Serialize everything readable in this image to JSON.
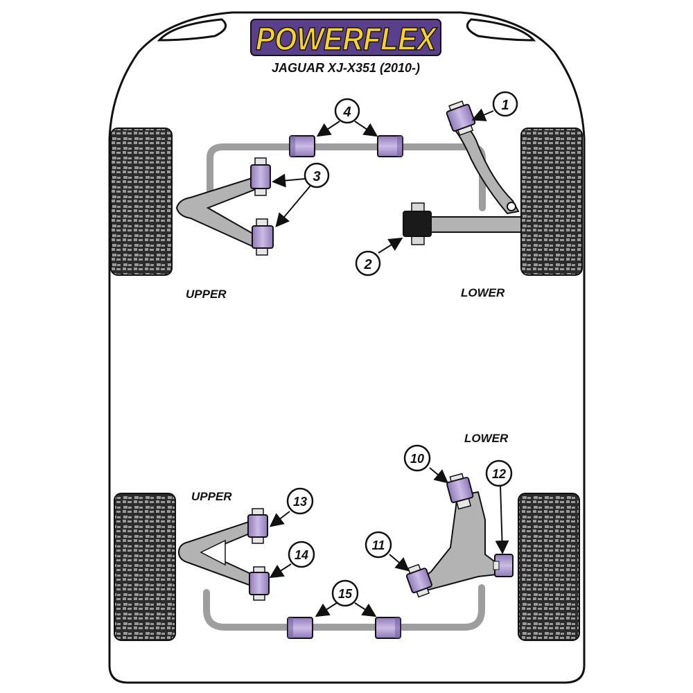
{
  "brand": {
    "logo_text": "POWERFLEX",
    "subtitle": "JAGUAR XJ-X351 (2010-)"
  },
  "sections": {
    "front_upper": "UPPER",
    "front_lower": "LOWER",
    "rear_upper": "UPPER",
    "rear_lower": "LOWER"
  },
  "callouts": {
    "c1": "1",
    "c2": "2",
    "c3": "3",
    "c4": "4",
    "c10": "10",
    "c11": "11",
    "c12": "12",
    "c13": "13",
    "c14": "14",
    "c15": "15"
  },
  "colors": {
    "bush_purple": "#b7a4d6",
    "bush_purple_dark": "#8e7ab8",
    "arm_gray": "#b3b3b3",
    "tyre_dark": "#2b2b2b",
    "logo_yellow": "#f6d51c",
    "logo_purple": "#5a3f8f",
    "outline": "#111111"
  }
}
